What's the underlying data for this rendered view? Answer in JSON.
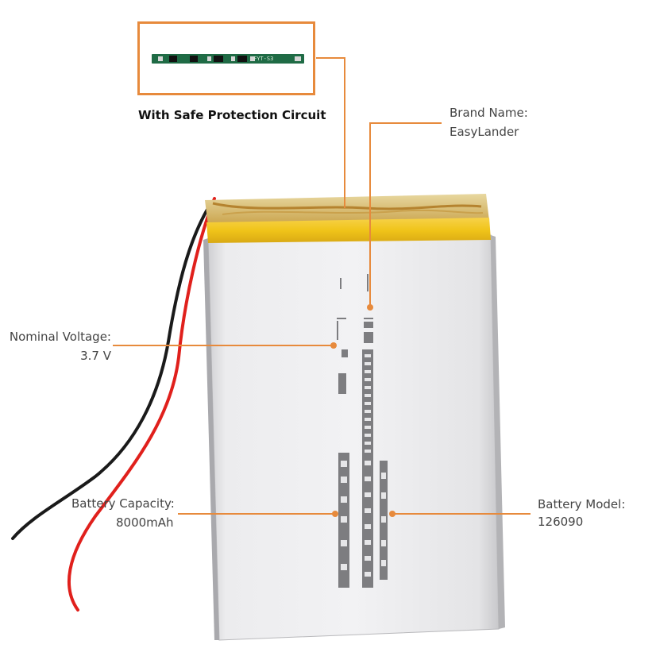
{
  "inset": {
    "caption": "With Safe Protection Circuit",
    "pcb_marking": "FYT-S3"
  },
  "callouts": {
    "brand": {
      "line1": "Brand Name:",
      "line2": "EasyLander"
    },
    "voltage": {
      "line1": "Nominal Voltage:",
      "line2": "3.7 V"
    },
    "capacity": {
      "line1": "Battery  Capacity:",
      "line2": "8000mAh"
    },
    "model": {
      "line1": "Battery Model:",
      "line2": "126090"
    }
  },
  "colors": {
    "accent": "#e78a3c",
    "pouch": "#e6e6e8",
    "tape": "#f0c419",
    "wire_red": "#e0201c",
    "wire_black": "#1a1a1a",
    "pcb": "#1f6b45"
  }
}
